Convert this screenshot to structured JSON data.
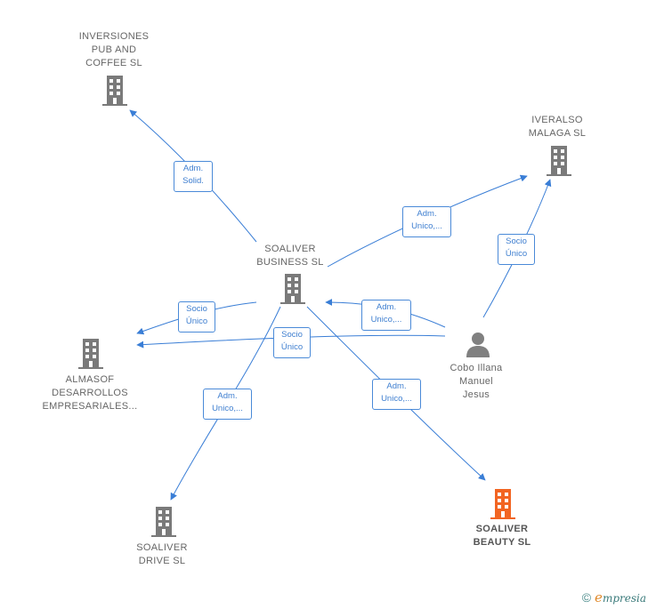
{
  "colors": {
    "edge": "#3a7ed6",
    "building": "#7a7a7a",
    "building_highlight": "#f26522",
    "person": "#808080"
  },
  "nodes": [
    {
      "id": "inversiones",
      "label": "INVERSIONES\nPUB AND\nCOFFEE  SL",
      "icon": "building-icon",
      "highlight": false
    },
    {
      "id": "iveralso",
      "label": "IVERALSO\nMALAGA  SL",
      "icon": "building-icon",
      "highlight": false
    },
    {
      "id": "soaliver_business",
      "label": "SOALIVER\nBUSINESS  SL",
      "icon": "building-icon",
      "highlight": false
    },
    {
      "id": "almasof",
      "label": "ALMASOF\nDESARROLLOS\nEMPRESARIALES...",
      "icon": "building-icon",
      "highlight": false
    },
    {
      "id": "cobo",
      "label": "Cobo Illana\nManuel\nJesus",
      "icon": "person-icon",
      "highlight": false
    },
    {
      "id": "soaliver_drive",
      "label": "SOALIVER\nDRIVE  SL",
      "icon": "building-icon",
      "highlight": false
    },
    {
      "id": "soaliver_beauty",
      "label": "SOALIVER\nBEAUTY  SL",
      "icon": "building-icon",
      "highlight": true
    }
  ],
  "edges": [
    {
      "id": "e1",
      "label": "Adm.\nSolid."
    },
    {
      "id": "e2",
      "label": "Adm.\nUnico,..."
    },
    {
      "id": "e3",
      "label": "Socio\nÚnico"
    },
    {
      "id": "e4",
      "label": "Socio\nÚnico"
    },
    {
      "id": "e5",
      "label": "Adm.\nUnico,..."
    },
    {
      "id": "e6",
      "label": "Socio\nÚnico"
    },
    {
      "id": "e7",
      "label": "Adm.\nUnico,..."
    },
    {
      "id": "e8",
      "label": "Adm.\nUnico,..."
    }
  ],
  "footer": {
    "copyright": "©",
    "brand_first": "e",
    "brand_rest": "mpresia"
  }
}
